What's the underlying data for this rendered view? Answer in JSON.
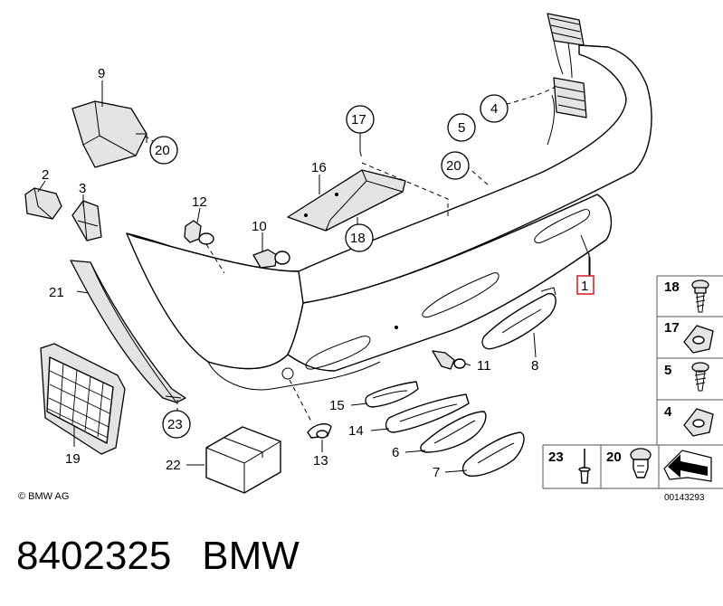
{
  "diagram": {
    "parts": {
      "p1": "1",
      "p2": "2",
      "p3": "3",
      "p4": "4",
      "p5": "5",
      "p6": "6",
      "p7": "7",
      "p8": "8",
      "p9": "9",
      "p10": "10",
      "p11": "11",
      "p12": "12",
      "p13": "13",
      "p14": "14",
      "p15": "15",
      "p16": "16",
      "p17": "17",
      "p18": "18",
      "p19": "19",
      "p20": "20",
      "p20b": "20",
      "p21": "21",
      "p22": "22",
      "p23": "23"
    },
    "legend": {
      "items": [
        "18",
        "17",
        "5",
        "4"
      ],
      "bottom_items": [
        "23",
        "20"
      ],
      "diagram_number": "00143293"
    },
    "copyright": "© BMW AG",
    "highlight_color": "#d7262f"
  },
  "footer": {
    "part_number": "8402325",
    "brand": "BMW"
  }
}
